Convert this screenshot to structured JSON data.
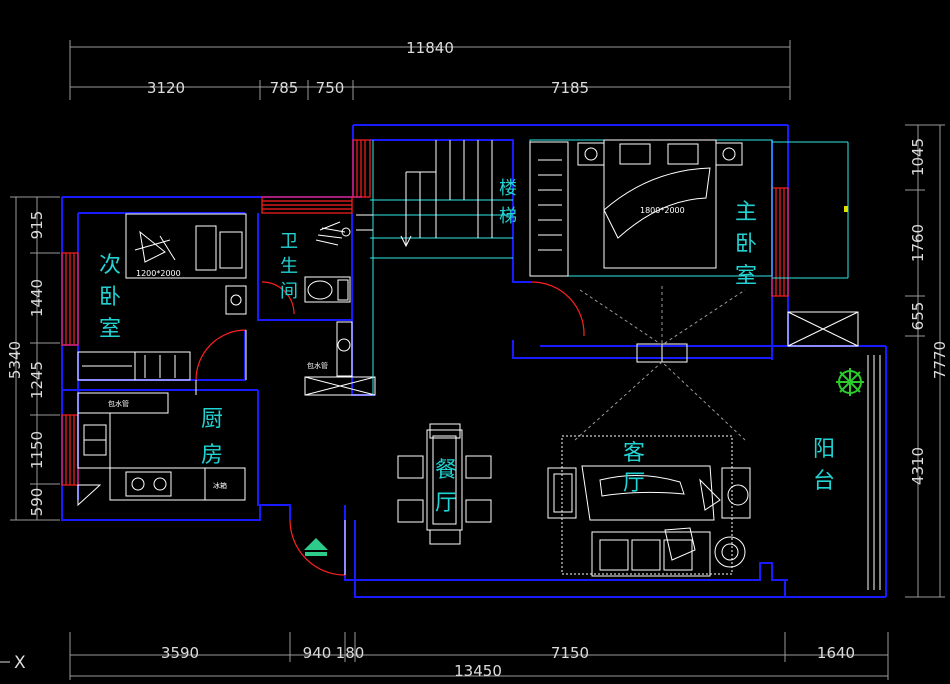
{
  "dimensions": {
    "top_total": "11840",
    "top_segments": [
      "3120",
      "785",
      "750",
      "7185"
    ],
    "bottom_total": "13450",
    "bottom_segments": [
      "3590",
      "940",
      "180",
      "7150",
      "1640"
    ],
    "left_total": "5340",
    "left_segments": [
      "915",
      "1440",
      "1245",
      "1150",
      "590"
    ],
    "right_total": "7770",
    "right_segments": [
      "1045",
      "1760",
      "655",
      "4310"
    ]
  },
  "rooms": {
    "second_bedroom": [
      "次",
      "卧",
      "室"
    ],
    "bathroom": [
      "卫",
      "生",
      "间"
    ],
    "kitchen": [
      "厨",
      "房"
    ],
    "stairs": [
      "楼",
      "梯"
    ],
    "master_bedroom": [
      "主",
      "卧",
      "室"
    ],
    "dining": [
      "餐",
      "厅"
    ],
    "living": [
      "客",
      "厅"
    ],
    "balcony": [
      "阳",
      "台"
    ]
  },
  "labels": {
    "bed_small": "1200*2000",
    "bed_master": "1800*2000",
    "pipe1": "包水管",
    "pipe2": "包水管",
    "fridge": "冰箱"
  },
  "ucs_axis": "X",
  "colors": {
    "background": "#000000",
    "wall": "#1a1aff",
    "room_label": "#22d3d3",
    "dimension": "#dcdcdc",
    "furniture": "#ffffff",
    "window": "#ff2020"
  }
}
